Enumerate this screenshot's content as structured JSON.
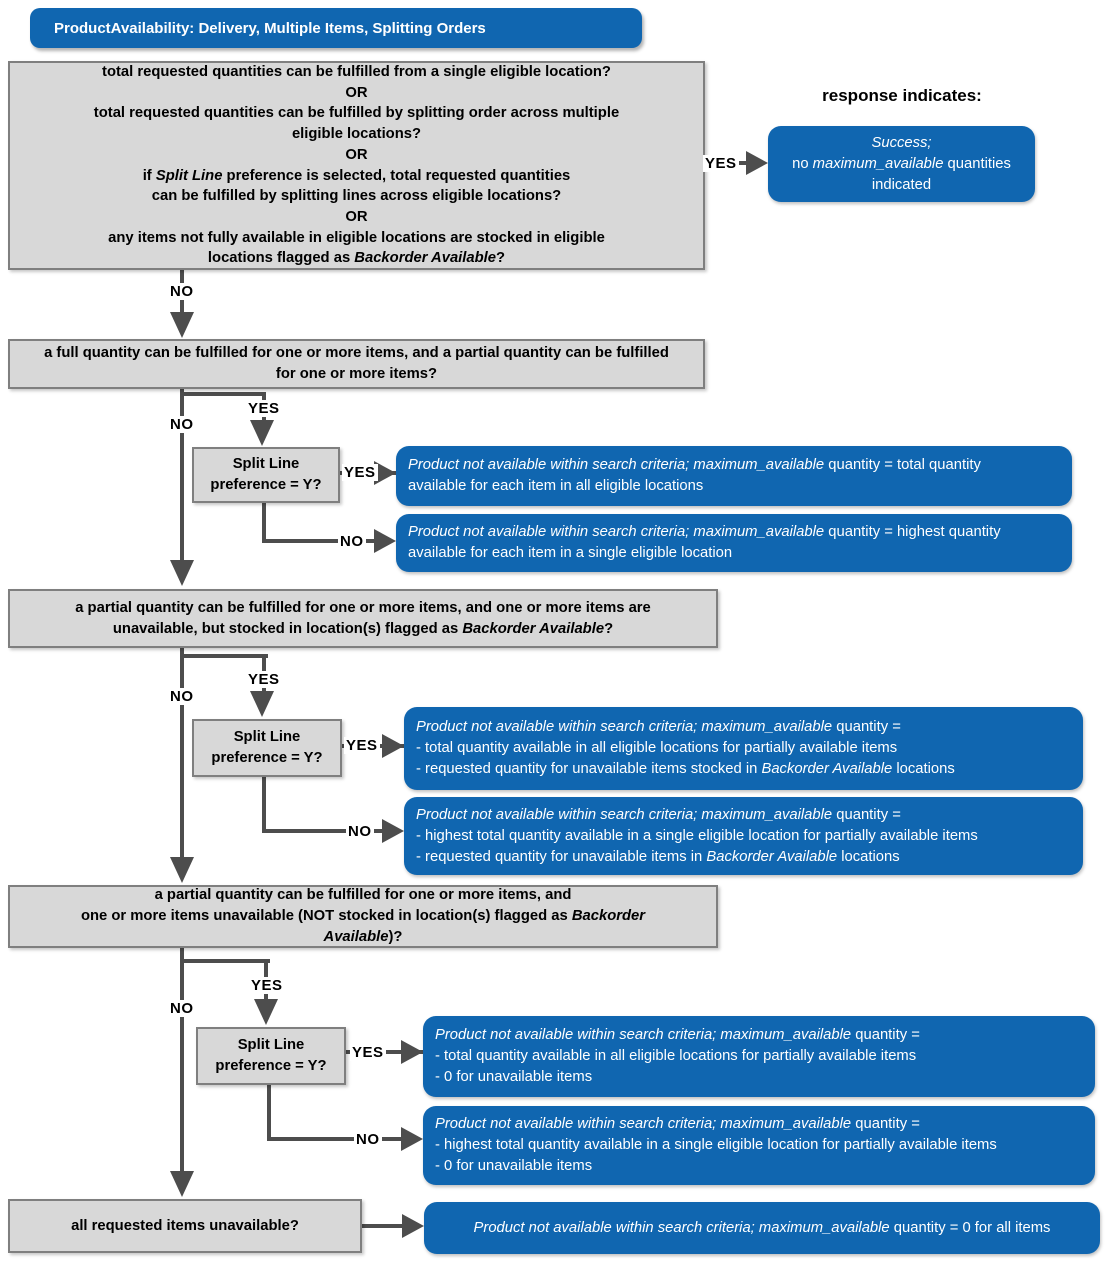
{
  "title": "ProductAvailability: Delivery, Multiple Items, Splitting Orders",
  "response_header": "response indicates:",
  "labels": {
    "yes": "YES",
    "no": "NO"
  },
  "colors": {
    "blue": "#1066B0",
    "box_gray": "#D8D8D8",
    "border_gray": "#7F7F7F",
    "connector": "#4D4D4D"
  },
  "split": {
    "question": [
      {
        "t": "Split Line\npreference = Y?"
      }
    ]
  },
  "questions": {
    "q1": [
      {
        "t": "total requested quantities can be fulfilled from a single eligible location?\nOR\ntotal requested quantities can be fulfilled by splitting order across multiple\neligible locations?\nOR\nif "
      },
      {
        "t": "Split Line",
        "i": true
      },
      {
        "t": " preference is selected, total requested quantities\ncan be fulfilled by splitting lines across eligible locations?\nOR\nany items not fully available in eligible locations are stocked in eligible\nlocations flagged as "
      },
      {
        "t": "Backorder Available",
        "i": true
      },
      {
        "t": "?"
      }
    ],
    "q2": [
      {
        "t": "a full quantity can be fulfilled for one or more items, and a partial quantity can be fulfilled\nfor one or more items?"
      }
    ],
    "q3": [
      {
        "t": "a partial quantity can be fulfilled for one or more items, and one or more items are\nunavailable, but stocked in location(s) flagged as "
      },
      {
        "t": "Backorder Available",
        "i": true
      },
      {
        "t": "?"
      }
    ],
    "q4": [
      {
        "t": "a partial quantity can be fulfilled for one or more items, and\none or more items unavailable (NOT stocked in location(s) flagged as "
      },
      {
        "t": "Backorder\nAvailable",
        "i": true
      },
      {
        "t": ")?"
      }
    ],
    "q5": [
      {
        "t": "all requested items unavailable?"
      }
    ]
  },
  "results": {
    "success": [
      {
        "t": "Success;",
        "i": true
      },
      {
        "t": "\nno "
      },
      {
        "t": "maximum_available",
        "i": true
      },
      {
        "t": " quantities\nindicated"
      }
    ],
    "r1": [
      {
        "t": "Product not available within search criteria; maximum_available",
        "i": true
      },
      {
        "t": " quantity = total quantity\navailable for each item in all eligible locations"
      }
    ],
    "r2": [
      {
        "t": "Product not available within search criteria; maximum_available",
        "i": true
      },
      {
        "t": " quantity = highest quantity\navailable for each item in a single  eligible location"
      }
    ],
    "r3": [
      {
        "t": "Product not available within search criteria; maximum_available",
        "i": true
      },
      {
        "t": " quantity =\n- total quantity available in all eligible locations for partially available items\n- requested quantity for unavailable items stocked in "
      },
      {
        "t": "Backorder Available",
        "i": true
      },
      {
        "t": " locations"
      }
    ],
    "r4": [
      {
        "t": "Product not available within search criteria; maximum_available",
        "i": true
      },
      {
        "t": " quantity =\n- highest total quantity available in a single eligible location for partially available items\n- requested quantity for unavailable items in "
      },
      {
        "t": "Backorder Available",
        "i": true
      },
      {
        "t": " locations"
      }
    ],
    "r5": [
      {
        "t": "Product not available within search criteria; maximum_available",
        "i": true
      },
      {
        "t": " quantity =\n- total quantity available in all eligible locations for partially available items\n- 0 for unavailable items"
      }
    ],
    "r6": [
      {
        "t": "Product not available within search criteria; maximum_available",
        "i": true
      },
      {
        "t": " quantity =\n- highest total quantity available in a single eligible  location for partially available items\n- 0 for unavailable items"
      }
    ],
    "r7": [
      {
        "t": "Product not available within search criteria; maximum_available",
        "i": true
      },
      {
        "t": " quantity = 0 for all items"
      }
    ]
  }
}
